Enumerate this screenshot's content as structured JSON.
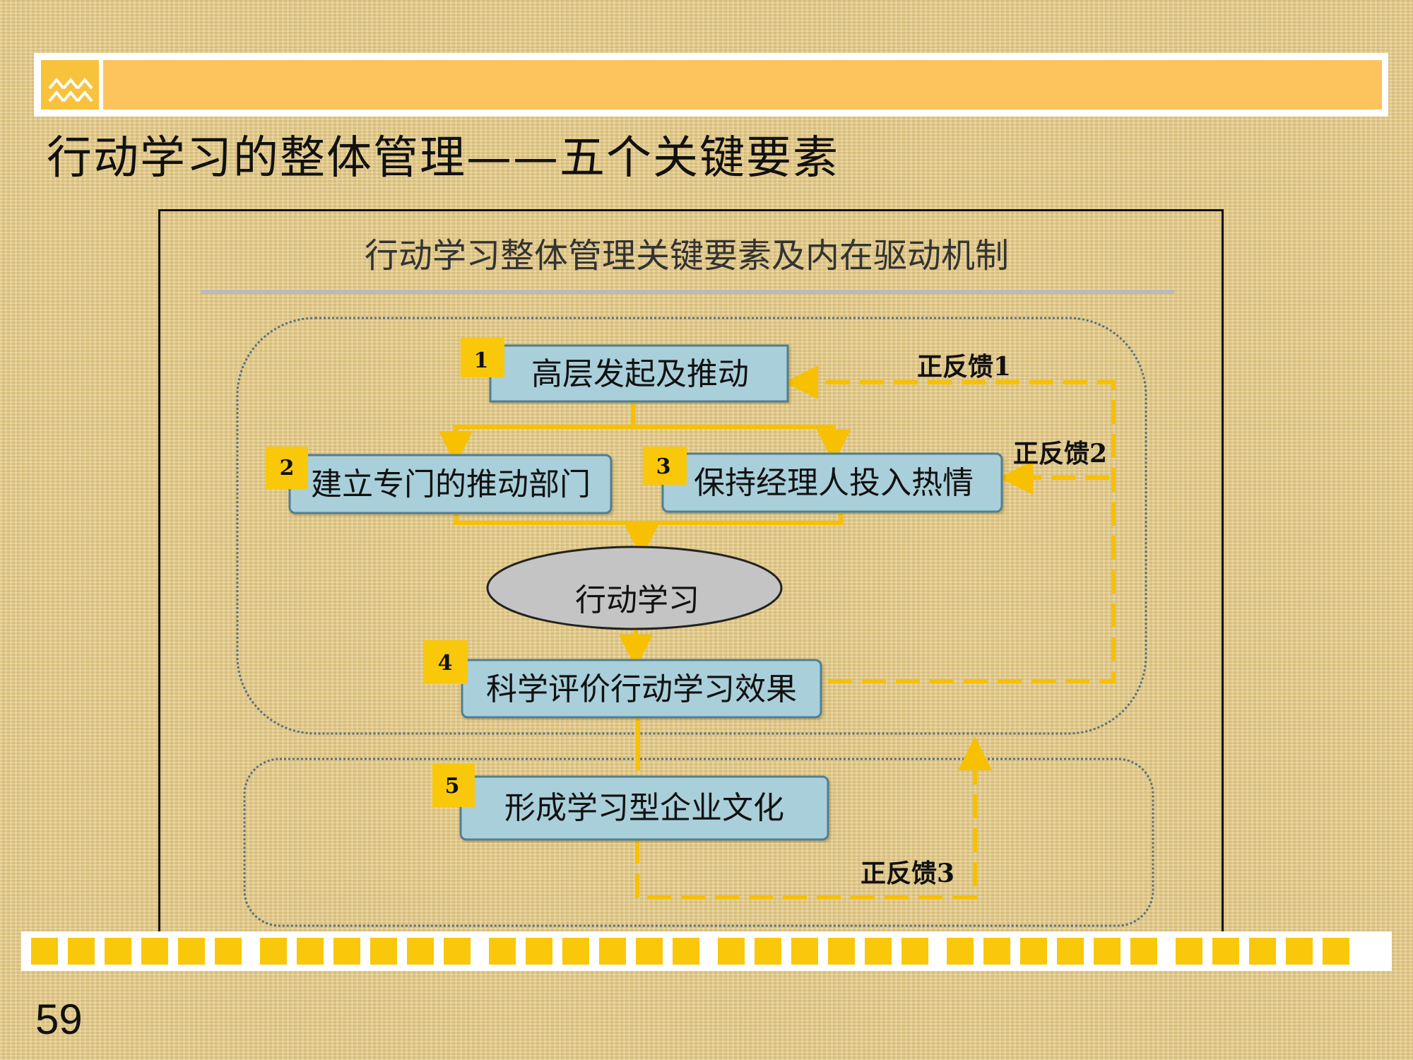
{
  "slide": {
    "title": "行动学习的整体管理——五个关键要素",
    "page_number": "59"
  },
  "diagram": {
    "heading": "行动学习整体管理关键要素及内在驱动机制",
    "elements": [
      {
        "number": "1",
        "label": "高层发起及推动"
      },
      {
        "number": "2",
        "label": "建立专门的推动部门"
      },
      {
        "number": "3",
        "label": "保持经理人投入热情"
      },
      {
        "number": "4",
        "label": "科学评价行动学习效果"
      },
      {
        "number": "5",
        "label": "形成学习型企业文化"
      }
    ],
    "center": "行动学习",
    "feedback": [
      "正反馈1",
      "正反馈2",
      "正反馈3"
    ]
  },
  "colors": {
    "box_fill": "#a9cfda",
    "box_border": "#4f7f93",
    "badge": "#f9c80a",
    "arrow": "#f7c000",
    "ellipse": "#c4c4c4"
  }
}
